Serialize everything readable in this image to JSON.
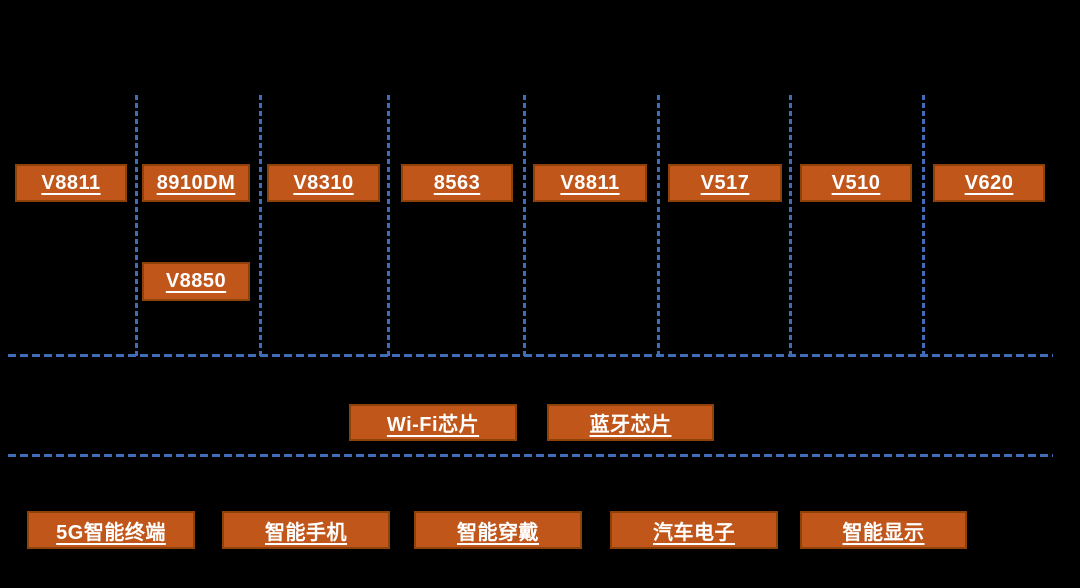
{
  "diagram": {
    "top_chips": [
      "V8811",
      "8910DM",
      "V8310",
      "8563",
      "V8811",
      "V517",
      "V510",
      "V620"
    ],
    "sub_chip": "V8850",
    "middle_chips": [
      "Wi-Fi芯片",
      "蓝牙芯片"
    ],
    "categories": [
      "5G智能终端",
      "智能手机",
      "智能穿戴",
      "汽车电子",
      "智能显示"
    ]
  },
  "colors": {
    "background": "#000000",
    "node_fill": "#c0561a",
    "node_border": "#8e4109",
    "node_text": "#ffffff",
    "guide_line_blue": "#3f6db8"
  }
}
